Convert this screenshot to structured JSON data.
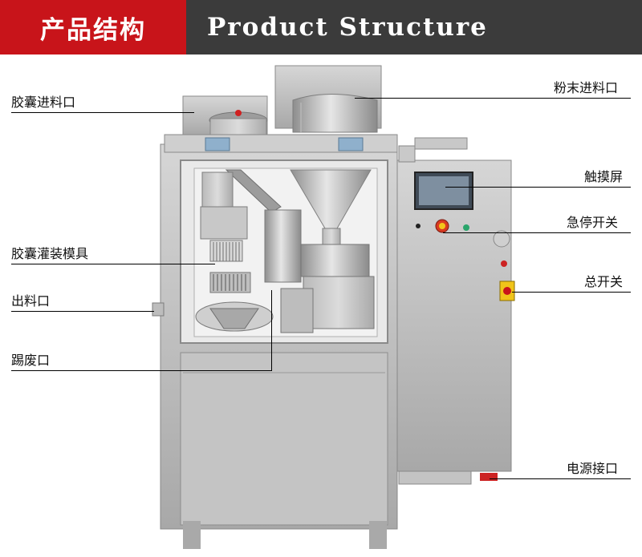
{
  "header": {
    "title_cn": "产品结构",
    "title_en": "Product Structure",
    "red": "#c8141a",
    "dark": "#3b3b3b"
  },
  "labels": {
    "capsule_inlet": "胶囊进料口",
    "capsule_mold": "胶囊灌装模具",
    "outlet": "出料口",
    "reject": "踢废口",
    "powder_inlet": "粉末进料口",
    "touch_screen": "触摸屏",
    "emergency_stop": "急停开关",
    "main_switch": "总开关",
    "power_port": "电源接口"
  }
}
